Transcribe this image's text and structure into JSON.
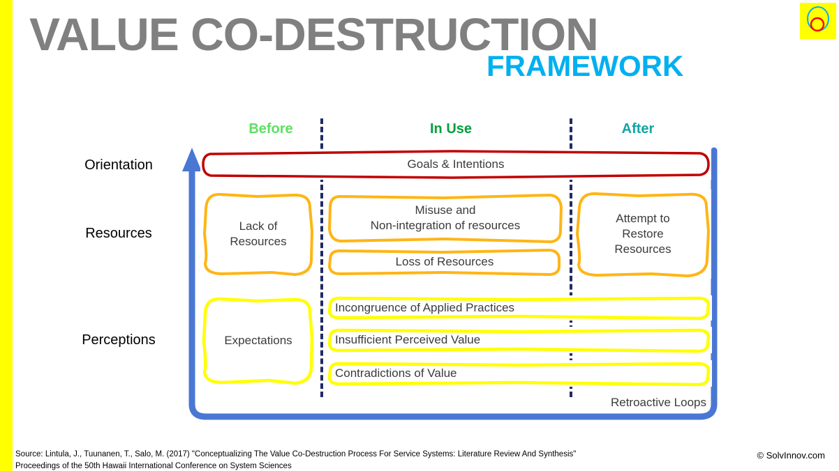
{
  "slide": {
    "title_main": "VALUE CO-DESTRUCTION",
    "title_sub": "FRAMEWORK",
    "title_main_color": "#808080",
    "title_sub_color": "#00b0f0",
    "accent_bar_color": "#ffff00"
  },
  "logo": {
    "name": "solvinnov-logo",
    "background": "#ffff00",
    "outer_ellipse_color": "#00b0f0",
    "inner_circle_color": "#ff0000"
  },
  "phases": [
    {
      "label": "Before",
      "color": "#5ee063"
    },
    {
      "label": "In Use",
      "color": "#00a03c"
    },
    {
      "label": "After",
      "color": "#13a4a4"
    }
  ],
  "rows": [
    {
      "label": "Orientation",
      "accent": "#c00000"
    },
    {
      "label": "Resources",
      "accent": "#ffb515"
    },
    {
      "label": "Perceptions",
      "accent": "#ffff00"
    }
  ],
  "boxes": {
    "goals": {
      "text": "Goals & Intentions",
      "color": "#c00000"
    },
    "lack": {
      "text": "Lack of\nResources",
      "color": "#ffb515"
    },
    "misuse": {
      "text": "Misuse and\nNon-integration of resources",
      "color": "#ffb515"
    },
    "loss": {
      "text": "Loss of Resources",
      "color": "#ffb515"
    },
    "attempt": {
      "text": "Attempt to\nRestore\nResources",
      "color": "#ffb515"
    },
    "expectations": {
      "text": "Expectations",
      "color": "#ffff00"
    },
    "incongruence": {
      "text": "Incongruence of Applied Practices",
      "color": "#ffff00"
    },
    "insufficient": {
      "text": "Insufficient Perceived Value",
      "color": "#ffff00"
    },
    "contradictions": {
      "text": "Contradictions of Value",
      "color": "#ffff00"
    }
  },
  "loop": {
    "caption": "Retroactive Loops",
    "arrow_color": "#4a77d4"
  },
  "footer": {
    "source_line1": "Source: Lintula, J., Tuunanen, T., Salo, M. (2017) \"Conceptualizing The Value Co-Destruction Process For Service Systems: Literature Review And Synthesis\"",
    "source_line2": "Proceedings of the 50th Hawaii International Conference on System Sciences",
    "copyright": "© SolvInnov.com"
  }
}
